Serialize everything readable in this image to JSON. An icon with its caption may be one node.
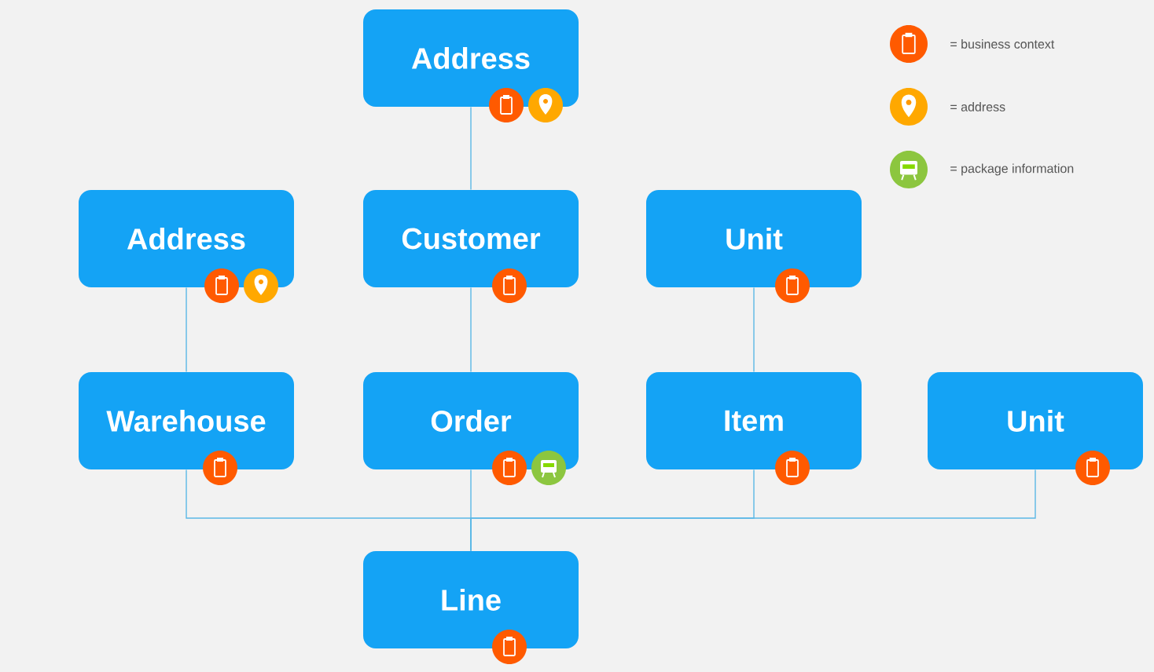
{
  "diagram": {
    "nodes": [
      {
        "text": [
          "Address"
        ]
      },
      {
        "text": [
          "Address"
        ]
      },
      {
        "text": [
          "Customer"
        ]
      },
      {
        "text": [
          "Unit"
        ]
      },
      {
        "text": [
          "Warehouse"
        ]
      },
      {
        "text": [
          "Order"
        ]
      },
      {
        "text": [
          "Item"
        ]
      },
      {
        "text": [
          "Unit"
        ]
      },
      {
        "text": [
          "Line"
        ]
      }
    ],
    "edges": [
      {
        "from": 0,
        "to": 2,
        "arrow": "none"
      },
      {
        "from": 1,
        "to": 4,
        "arrow": "none"
      },
      {
        "from": 3,
        "to": 6,
        "arrow": "none"
      },
      {
        "from": 2,
        "to": 5,
        "arrow": "none"
      },
      {
        "from": 4,
        "to": 8,
        "arrow": "none"
      },
      {
        "from": 5,
        "to": 8,
        "arrow": "none"
      },
      {
        "from": 6,
        "to": 8,
        "arrow": "none"
      },
      {
        "from": 7,
        "to": 8,
        "arrow": "none"
      }
    ],
    "legend": [
      {
        "text": "= business context",
        "color": "#ff5a00"
      },
      {
        "text": "= address",
        "color": "#ffa800"
      },
      {
        "text": "= package information",
        "color": "#8cc63f"
      }
    ]
  }
}
